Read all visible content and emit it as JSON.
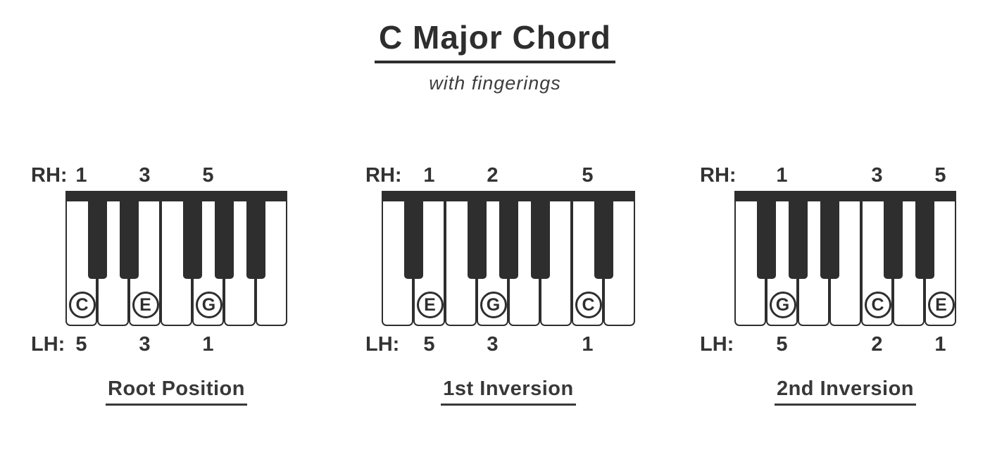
{
  "header": {
    "title": "C Major Chord",
    "subtitle": "with fingerings"
  },
  "colors": {
    "ink": "#2e2e2e",
    "text": "#333333"
  },
  "diagrams": [
    {
      "caption": "Root Position",
      "rh_label": "RH:",
      "lh_label": "LH:",
      "white_keys": [
        {
          "circle": "C",
          "rh": "1",
          "lh": "5"
        },
        {},
        {
          "circle": "E",
          "rh": "3",
          "lh": "3"
        },
        {},
        {
          "circle": "G",
          "rh": "5",
          "lh": "1"
        },
        {},
        {}
      ],
      "black_keys_after_white_index": [
        0,
        1,
        3,
        4,
        5
      ]
    },
    {
      "caption": "1st Inversion",
      "rh_label": "RH:",
      "lh_label": "LH:",
      "white_keys": [
        {},
        {
          "circle": "E",
          "rh": "1",
          "lh": "5"
        },
        {},
        {
          "circle": "G",
          "rh": "2",
          "lh": "3"
        },
        {},
        {},
        {
          "circle": "C",
          "rh": "5",
          "lh": "1"
        },
        {}
      ],
      "black_keys_after_white_index": [
        0,
        2,
        3,
        4,
        6
      ]
    },
    {
      "caption": "2nd Inversion",
      "rh_label": "RH:",
      "lh_label": "LH:",
      "white_keys": [
        {},
        {
          "circle": "G",
          "rh": "1",
          "lh": "5"
        },
        {},
        {},
        {
          "circle": "C",
          "rh": "3",
          "lh": "2"
        },
        {},
        {
          "circle": "E",
          "rh": "5",
          "lh": "1"
        }
      ],
      "black_keys_after_white_index": [
        0,
        1,
        2,
        4,
        5
      ]
    }
  ]
}
